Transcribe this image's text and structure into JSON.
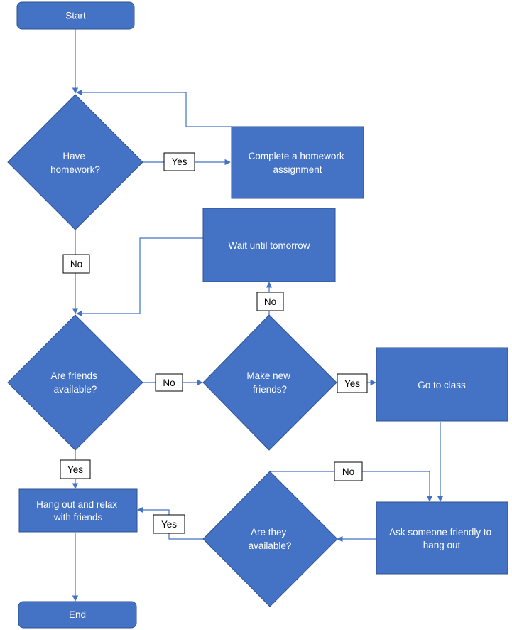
{
  "colors": {
    "node_fill": "#4472c4",
    "node_stroke": "#2f528f",
    "connector": "#4472c4",
    "label_border": "#000000",
    "node_text": "#ffffff"
  },
  "nodes": {
    "start": {
      "shape": "terminator",
      "lines": [
        "Start"
      ]
    },
    "have_homework": {
      "shape": "decision",
      "lines": [
        "Have",
        "homework?"
      ]
    },
    "complete_homework": {
      "shape": "process",
      "lines": [
        "Complete a homework",
        "assignment"
      ]
    },
    "wait_tomorrow": {
      "shape": "process",
      "lines": [
        "Wait until tomorrow"
      ]
    },
    "friends_available": {
      "shape": "decision",
      "lines": [
        "Are friends",
        "available?"
      ]
    },
    "make_new_friends": {
      "shape": "decision",
      "lines": [
        "Make new",
        "friends?"
      ]
    },
    "go_to_class": {
      "shape": "process",
      "lines": [
        "Go to class"
      ]
    },
    "hang_out": {
      "shape": "process",
      "lines": [
        "Hang out and relax",
        "with friends"
      ]
    },
    "they_available": {
      "shape": "decision",
      "lines": [
        "Are they",
        "available?"
      ]
    },
    "ask_someone": {
      "shape": "process",
      "lines": [
        "Ask someone friendly to",
        "hang out"
      ]
    },
    "end": {
      "shape": "terminator",
      "lines": [
        "End"
      ]
    }
  },
  "edges": [
    {
      "from": "start",
      "to": "have_homework",
      "label": ""
    },
    {
      "from": "have_homework",
      "to": "complete_homework",
      "label": "Yes"
    },
    {
      "from": "complete_homework",
      "to": "have_homework",
      "label": ""
    },
    {
      "from": "have_homework",
      "to": "friends_available",
      "label": "No"
    },
    {
      "from": "friends_available",
      "to": "make_new_friends",
      "label": "No"
    },
    {
      "from": "make_new_friends",
      "to": "wait_tomorrow",
      "label": "No"
    },
    {
      "from": "wait_tomorrow",
      "to": "friends_available",
      "label": ""
    },
    {
      "from": "make_new_friends",
      "to": "go_to_class",
      "label": "Yes"
    },
    {
      "from": "friends_available",
      "to": "hang_out",
      "label": "Yes"
    },
    {
      "from": "go_to_class",
      "to": "ask_someone",
      "label": ""
    },
    {
      "from": "ask_someone",
      "to": "they_available",
      "label": ""
    },
    {
      "from": "they_available",
      "to": "hang_out",
      "label": "Yes"
    },
    {
      "from": "they_available",
      "to": "ask_someone",
      "label": "No"
    },
    {
      "from": "hang_out",
      "to": "end",
      "label": ""
    }
  ]
}
